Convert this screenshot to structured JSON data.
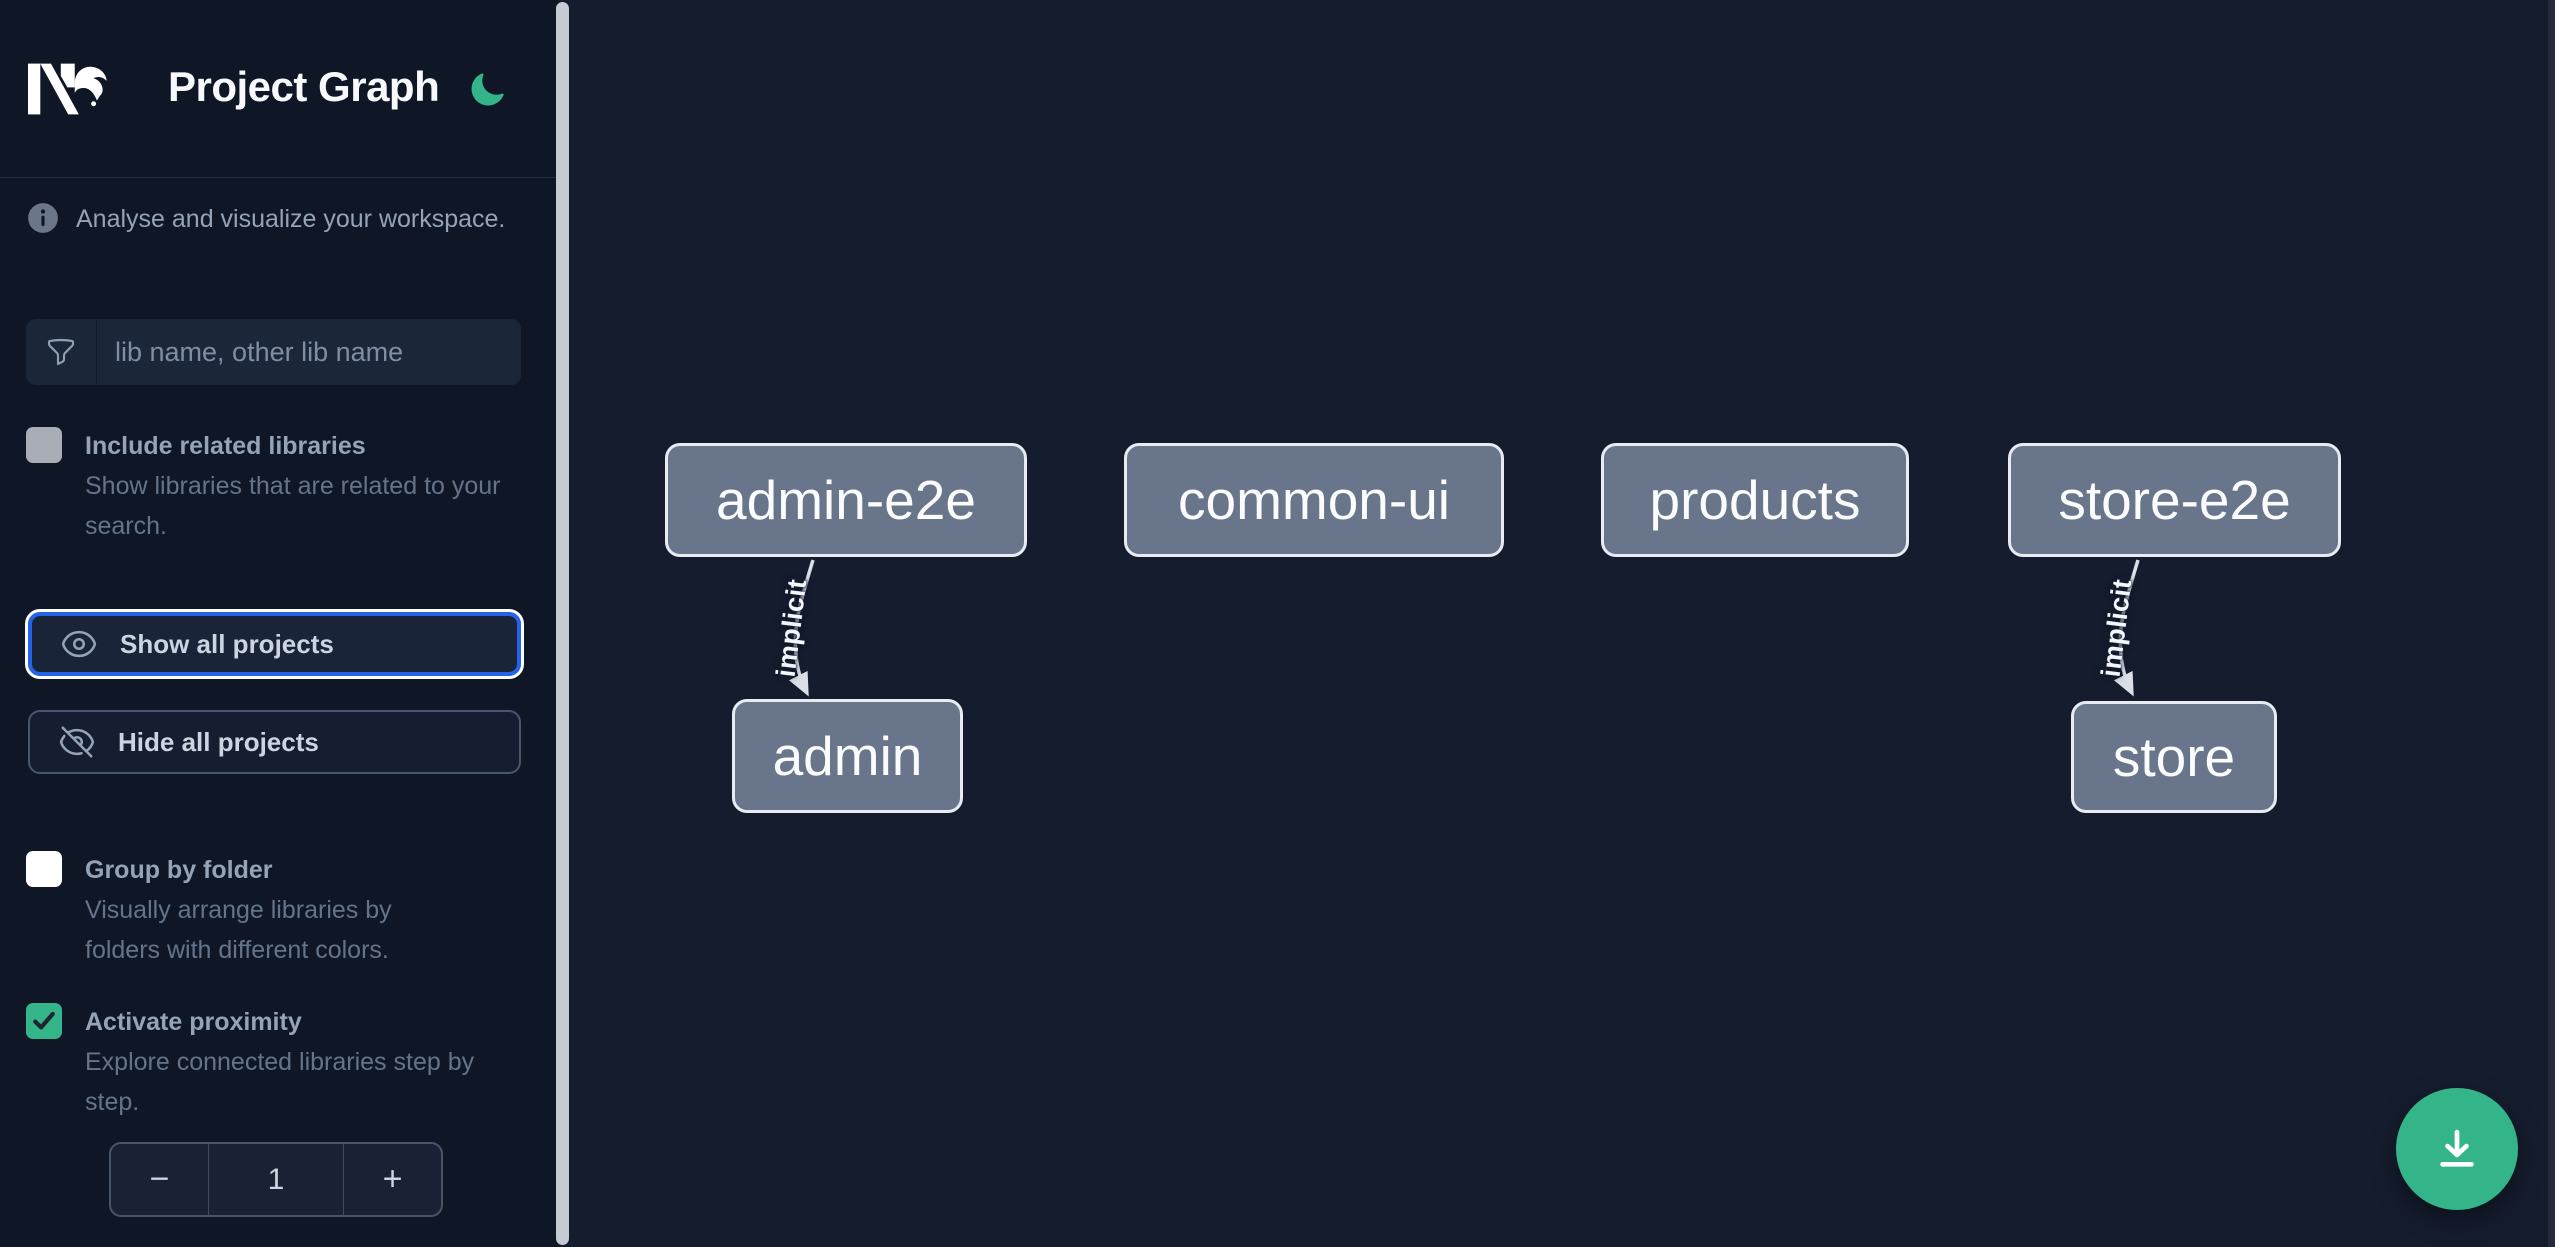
{
  "app": {
    "title": "Project Graph"
  },
  "colors": {
    "accent_green": "#34b489",
    "focus_blue": "#2563eb",
    "node_fill": "#68758a",
    "node_border": "#e8ecf2",
    "edge": "#d9dee7",
    "sidebar_bg": "#0f1727",
    "canvas_bg": "#151c2d"
  },
  "sidebar": {
    "info_text": "Analyse and visualize your workspace.",
    "search": {
      "placeholder": "lib name, other lib name",
      "value": ""
    },
    "include_related": {
      "label": "Include related libraries",
      "description": "Show libraries that are related to your search.",
      "checked": false
    },
    "show_all": {
      "label": "Show all projects",
      "focused": true
    },
    "hide_all": {
      "label": "Hide all projects"
    },
    "group_folder": {
      "label": "Group by folder",
      "description": "Visually arrange libraries by folders with different colors.",
      "checked": false
    },
    "proximity": {
      "label": "Activate proximity",
      "description": "Explore connected libraries step by step.",
      "checked": true
    },
    "stepper": {
      "decrement_label": "−",
      "value": "1",
      "increment_label": "+"
    }
  },
  "graph": {
    "nodes": [
      {
        "id": "admin-e2e",
        "label": "admin-e2e"
      },
      {
        "id": "common-ui",
        "label": "common-ui"
      },
      {
        "id": "products",
        "label": "products"
      },
      {
        "id": "store-e2e",
        "label": "store-e2e"
      },
      {
        "id": "admin",
        "label": "admin"
      },
      {
        "id": "store",
        "label": "store"
      }
    ],
    "edges": [
      {
        "source": "admin-e2e",
        "target": "admin",
        "label": "implicit"
      },
      {
        "source": "store-e2e",
        "target": "store",
        "label": "implicit"
      }
    ]
  },
  "fab": {
    "icon": "download-icon"
  }
}
